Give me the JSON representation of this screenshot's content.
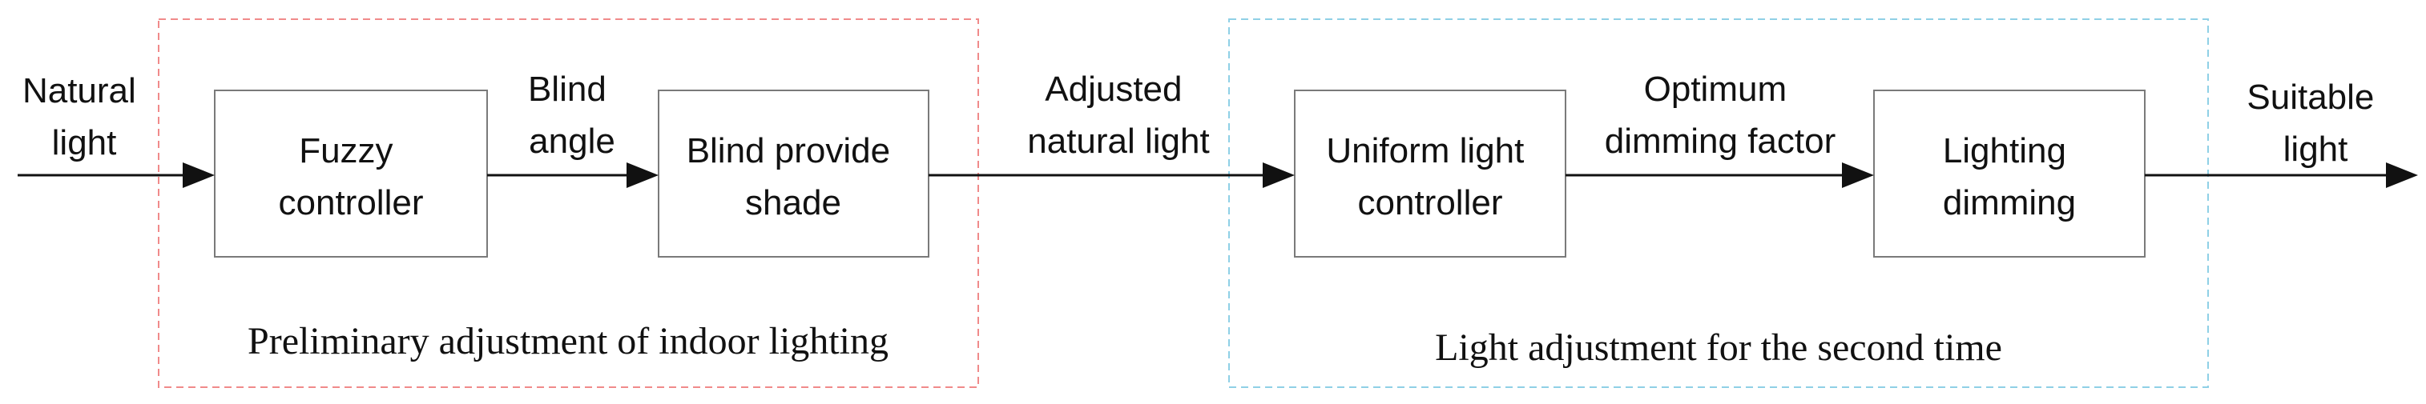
{
  "colors": {
    "group_left_border": "#f08a8a",
    "group_right_border": "#8fd0e6",
    "arrow": "#111111",
    "box_border": "#7a7a7a"
  },
  "groups": {
    "left": {
      "caption": "Preliminary adjustment of indoor lighting"
    },
    "right": {
      "caption": "Light adjustment for the second time"
    }
  },
  "blocks": {
    "fuzzy_controller": {
      "line1": "Fuzzy",
      "line2": "controller"
    },
    "blind_provide_shade": {
      "line1": "Blind provide",
      "line2": "shade"
    },
    "uniform_light_controller": {
      "line1": "Uniform light",
      "line2": "controller"
    },
    "lighting_dimming": {
      "line1": "Lighting",
      "line2": "dimming"
    }
  },
  "signals": {
    "natural_light": {
      "line1": "Natural",
      "line2": "light"
    },
    "blind_angle": {
      "line1": "Blind",
      "line2": "angle"
    },
    "adjusted_natural_light": {
      "line1": "Adjusted",
      "line2": "natural light"
    },
    "optimum_dimming_factor": {
      "line1": "Optimum",
      "line2": "dimming factor"
    },
    "suitable_light": {
      "line1": "Suitable",
      "line2": "light"
    }
  }
}
